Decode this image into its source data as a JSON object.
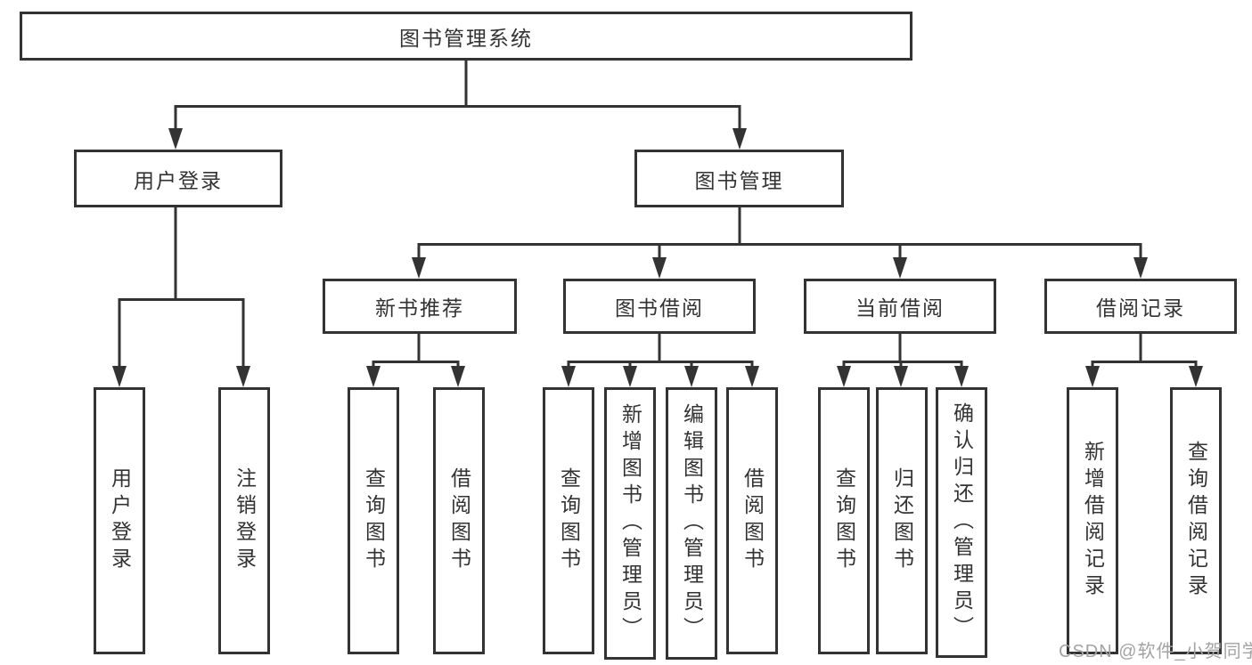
{
  "tree": {
    "root": {
      "label": "图书管理系统"
    },
    "branches": [
      {
        "label": "用户登录",
        "leaves": [
          {
            "label": "用户登录"
          },
          {
            "label": "注销登录"
          }
        ]
      },
      {
        "label": "图书管理",
        "groups": [
          {
            "label": "新书推荐",
            "leaves": [
              {
                "label": "查询图书"
              },
              {
                "label": "借阅图书"
              }
            ]
          },
          {
            "label": "图书借阅",
            "leaves": [
              {
                "label": "查询图书"
              },
              {
                "label": "新增图书（管理员）"
              },
              {
                "label": "编辑图书（管理员）"
              },
              {
                "label": "借阅图书"
              }
            ]
          },
          {
            "label": "当前借阅",
            "leaves": [
              {
                "label": "查询图书"
              },
              {
                "label": "归还图书"
              },
              {
                "label": "确认归还（管理员）"
              }
            ]
          },
          {
            "label": "借阅记录",
            "leaves": [
              {
                "label": "新增借阅记录"
              },
              {
                "label": "查询借阅记录"
              }
            ]
          }
        ]
      }
    ]
  },
  "watermark": "CSDN @软件_小贺同学",
  "colors": {
    "line": "#333333",
    "text": "#333333",
    "box_background": "#ffffff",
    "watermark": "#a3a3a3"
  }
}
